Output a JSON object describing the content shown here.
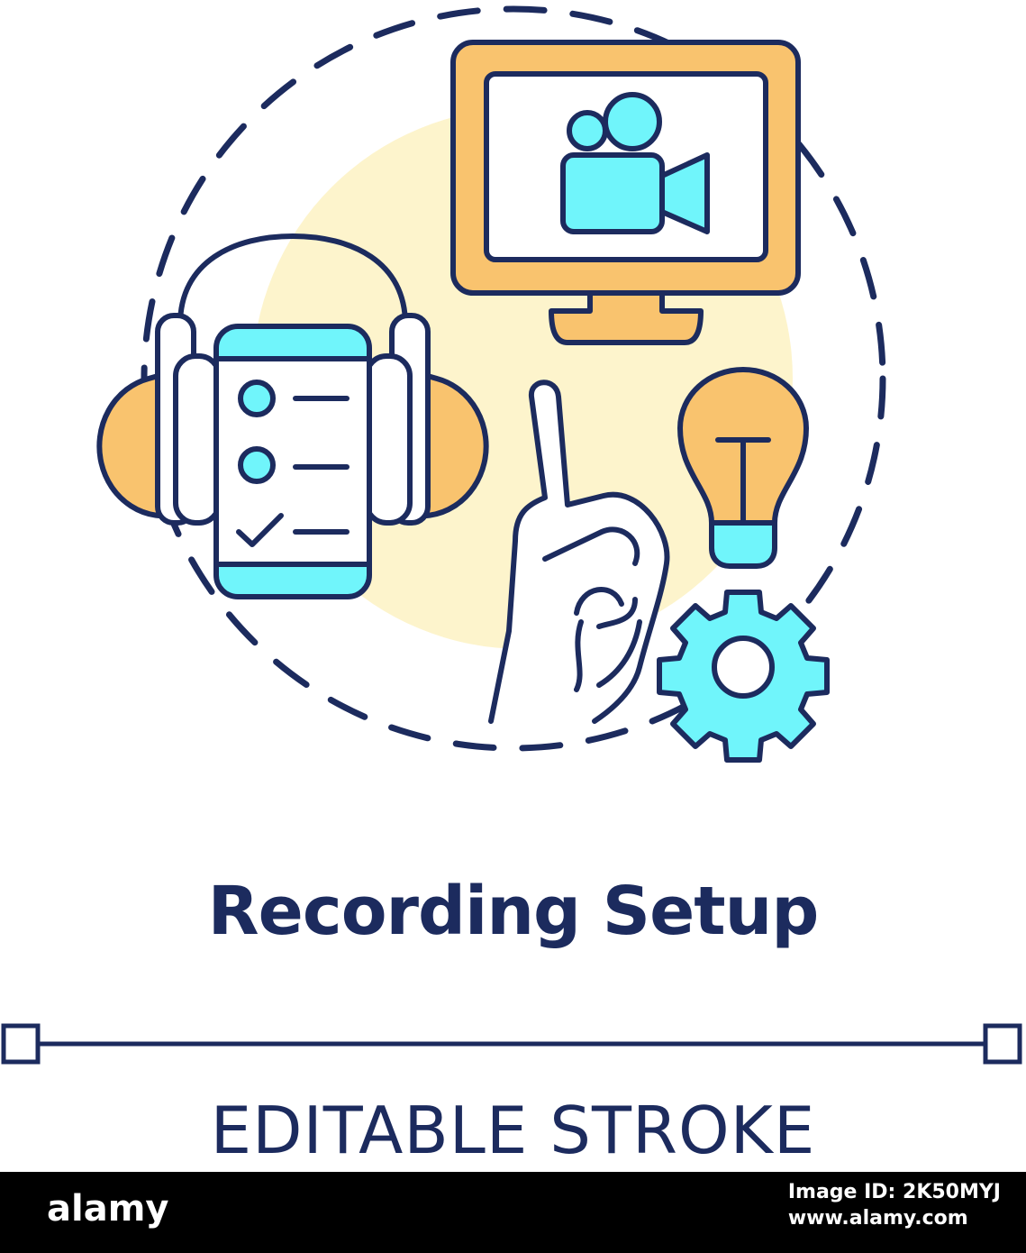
{
  "title": "Recording Setup",
  "subtitle": "EDITABLE STROKE",
  "footer": {
    "logo": "alamy",
    "image_id": "Image ID: 2K50MYJ",
    "url": "www.alamy.com"
  },
  "colors": {
    "stroke": "#1c2b5e",
    "orange": "#f9c36e",
    "cyan": "#70f5fb",
    "pale_yellow": "#fdf4cc",
    "background": "#ffffff"
  },
  "icons": [
    "headphones-icon",
    "smartphone-checklist-icon",
    "monitor-icon",
    "video-camera-icon",
    "hand-gesture-icon",
    "lightbulb-icon",
    "gear-icon"
  ]
}
